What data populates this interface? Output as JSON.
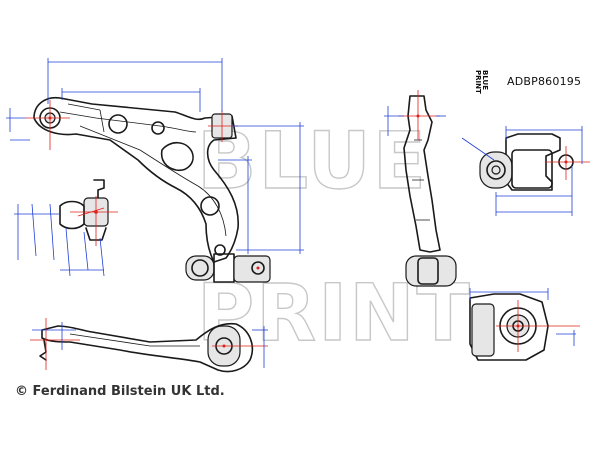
{
  "watermark": {
    "line1": "BLUE",
    "line2": "PRINT"
  },
  "brand_logo": {
    "line1": "BLUE",
    "line2": "PRINT"
  },
  "part_number": "ADBP860195",
  "copyright": "© Ferdinand Bilstein UK Ltd."
}
